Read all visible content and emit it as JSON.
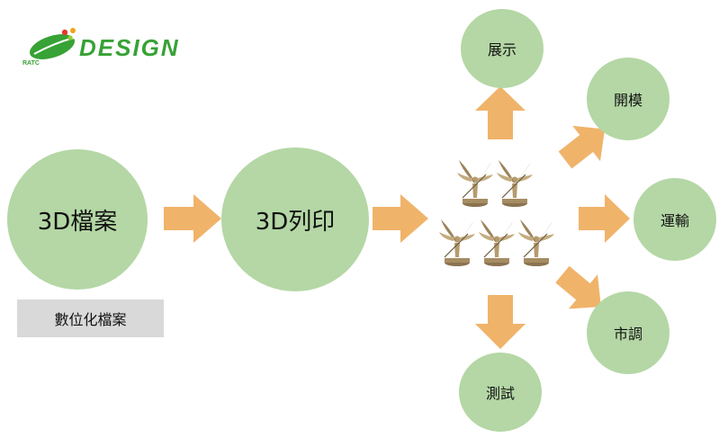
{
  "logo": {
    "text": "DESIGN",
    "small_text": "RATC",
    "color": "#37a235"
  },
  "nodes": {
    "file": "3D檔案",
    "print": "3D列印",
    "display": "展示",
    "mold": "開模",
    "transport": "運輸",
    "market": "市調",
    "test": "測試"
  },
  "caption": "數位化檔案",
  "figure_icon": "winged-warrior-figurine",
  "colors": {
    "node_fill": "#b4d7a5",
    "arrow_fill": "#f0b36a",
    "caption_fill": "#d9d9d9"
  }
}
